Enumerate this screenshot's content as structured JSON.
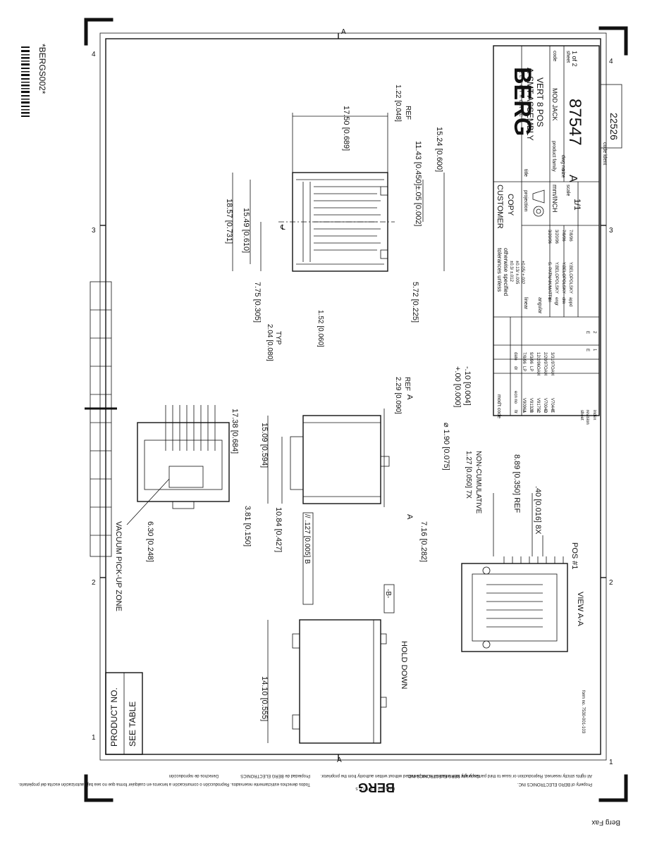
{
  "stamp": {
    "barcode_text": "*BERGS002*",
    "bottom_label": "Berg Fax"
  },
  "zones": {
    "top": [
      "A",
      "A"
    ],
    "right": [
      "1",
      "2",
      "3",
      "4"
    ],
    "left": [
      "1",
      "2",
      "3",
      "4"
    ]
  },
  "title_block": {
    "company": "BERG",
    "company_sub": "ELECTRONICS",
    "title_line1": "A-SMT ASSEMBLY",
    "title_line2": "VERT 8 POS",
    "title_label": "title",
    "customer_copy_line1": "CUSTOMER",
    "customer_copy_line2": "COPY",
    "projection_label": "projection",
    "tolerances_line1": "tolerances unless",
    "tolerances_line2": "otherwise specified",
    "tol_rows": [
      "±0.3/ ±.012",
      "±0.13/ ±.005",
      "±0.05/ ±.002"
    ],
    "linear_label": "linear",
    "angular_label": "angular",
    "units": "mm/INCH",
    "scale_label": "scale",
    "scale_value": "1/1",
    "product_family_label": "product family",
    "product_family_value": "MOD JACK",
    "size_label": "size",
    "size_value": "A",
    "dwg_no_label": "dwg no",
    "dwg_no": "87547",
    "code_label": "code",
    "sheet_label": "sheet",
    "sheet_value": "1 of 2",
    "code_ident_label": "code ident",
    "code_ident": "22526",
    "rev_header": [
      "ltr",
      "ecn no",
      "dr",
      "date"
    ],
    "revisions": [
      [
        "A",
        "V90961",
        "LP",
        "7/8/96"
      ],
      [
        "B",
        "V91328",
        "LP",
        "9/3/96"
      ],
      [
        "C",
        "V91752",
        "OAH",
        "12/2/96"
      ],
      [
        "D",
        "V70042",
        "OAH",
        "2/20/97"
      ],
      [
        "E",
        "V70441",
        "OAH",
        "3/31/97"
      ]
    ],
    "sign_rows": [
      [
        "drl",
        "S. PATNAIK/MATTY",
        "3/20/96"
      ],
      [
        "engr",
        "Y.BELOPOLSKY",
        "3/20/96"
      ],
      [
        "chk",
        "Y.BELOPOLSKY",
        "7/8/96"
      ],
      [
        "appd",
        "Y.BELOPOLSKY",
        "7/8/96"
      ]
    ],
    "revision_table": {
      "sheet_label": "sheet",
      "revision_label": "revision",
      "index_label": "index",
      "sheets": [
        "1",
        "2"
      ],
      "revs": [
        "E",
        "E"
      ]
    },
    "mod_code_label": "mod't code"
  },
  "product_table": {
    "header": "PRODUCT NO.",
    "value": "SEE TABLE"
  },
  "labels": {
    "vacuum_zone": "VACUUM PICK-UP ZONE",
    "hold_down": "HOLD DOWN",
    "view_aa": "VIEW A-A",
    "pos1": "POS #1",
    "datum_b": "-B-",
    "section_a": "A",
    "center_mark": "℄",
    "form_no": "form no. 7530-001-103"
  },
  "dims": {
    "d_17_50": "17.50 [0.689]",
    "d_1_22": "1.22 [0.048]",
    "d_1_22_ref": "REF",
    "d_11_43": "11.43 [0.450]±.05 [0.002]",
    "d_15_24": "15.24 [0.600]",
    "d_18_57": "18.57 [0.731]",
    "d_15_49": "15.49 [0.610]",
    "d_7_75": "7.75 [0.305]",
    "d_2_04": "2.04 [0.080]",
    "d_2_04_typ": "TYP",
    "d_1_52": "1.52 [0.060]",
    "d_5_72": "5.72 [0.225]",
    "d_2_29": "2.29 [0.090]",
    "d_2_29_ref": "REF",
    "d_1_90": "⌀ 1.90 [0.075]",
    "d_1_90_tol_plus": "+.00 [0.000]",
    "d_1_90_tol_minus": "-.10 [0.004]",
    "d_17_38": "17.38 [0.684]",
    "d_15_09": "15.09 [0.594]",
    "d_10_84": "10.84 [0.427]",
    "d_3_81": "3.81 [0.150]",
    "d_6_30": "6.30 [0.248]",
    "d_tol_frame": "// .127 [0.005] B",
    "d_7_16": "7.16 [0.282]",
    "d_1_27": "1.27 [0.050] 7X",
    "d_1_27_note": "NON-CUMULATIVE",
    "d_8_89": "8.89 [0.350] REF",
    "d_40": ".40 [0.016] 8X",
    "d_14_10": "14.10 [0.555]"
  },
  "footer": {
    "rights_text": "All rights strictly reserved. Reproduction or issue to third parties in any form whatever is not permitted without written authority from the proprietor.",
    "property_text": "Property of BERG ELECTRONICS INC.",
    "copyright_text": "Copyright BERG ELECTRONICS INC.",
    "es_text": "Todos derechos estrictamente reservados. Reproducción o comunicación a terceros en cualquier forma que no sea bajo autorización escrita del propietario.",
    "es_property": "Propiedad de BERG ELECTRONICS",
    "es_rights": "Derechos de reproducción",
    "brand": "BERG",
    "brand_sub": "ELECTRONICS"
  }
}
